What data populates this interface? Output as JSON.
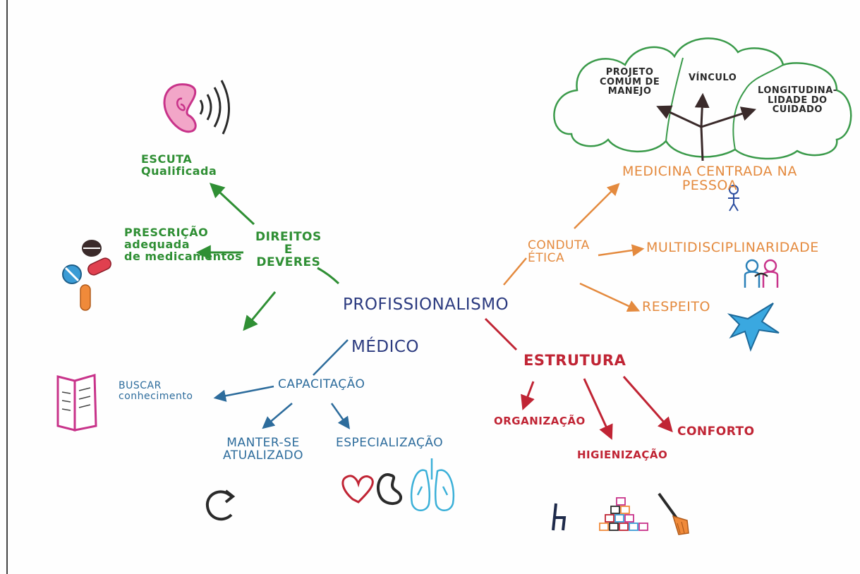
{
  "center": {
    "line1": "PROFISSIONALISMO",
    "line2": "MÉDICO"
  },
  "direitos": {
    "label": "DIREITOS\nE\nDEVERES",
    "escuta": "ESCUTA\nQualificada",
    "prescricao": "PRESCRIÇÃO\nadequada\nde medicamentos"
  },
  "capacitacao": {
    "label": "CAPACITAÇÃO",
    "buscar": "BUSCAR\nconhecimento",
    "manter": "MANTER-SE\nATUALIZADO",
    "especializacao": "ESPECIALIZAÇÃO"
  },
  "estrutura": {
    "label": "ESTRUTURA",
    "organizacao": "ORGANIZAÇÃO",
    "higienizacao": "HIGIENIZAÇÃO",
    "conforto": "CONFORTO"
  },
  "conduta": {
    "label": "CONDUTA\nÉTICA",
    "medicina": "MEDICINA CENTRADA NA\nPESSOA",
    "multi": "MULTIDISCIPLINARIDADE",
    "respeito": "RESPEITO"
  },
  "cloud": {
    "projeto": "PROJETO\nCOMUM DE\nMANEJO",
    "vinculo": "VÍNCULO",
    "longitudinalidade": "LONGITUDINA-\nLIDADE DO\nCUIDADO"
  },
  "colors": {
    "green": "#2f8f34",
    "blue": "#2d6c9c",
    "navy": "#2b3a7f",
    "orange": "#e48a3e",
    "red": "#c02434",
    "cloud": "#3a9a4a"
  },
  "icons": [
    "ear-icon",
    "pills-icon",
    "book-icon",
    "refresh-arrow-icon",
    "heart-icon",
    "kidney-icon",
    "lungs-icon",
    "chair-icon",
    "blocks-icon",
    "broom-icon",
    "person-icon",
    "people-icon",
    "bird-icon"
  ]
}
